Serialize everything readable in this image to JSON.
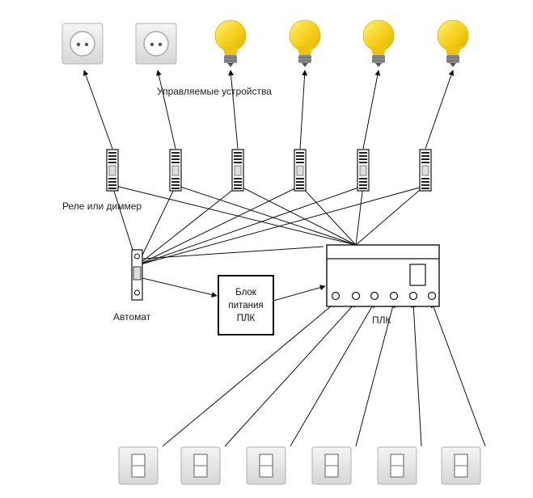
{
  "labels": {
    "devices": "Управляемые устройства",
    "relays": "Реле или диммер",
    "breaker": "Автомат",
    "plc": "ПЛК"
  },
  "power_supply": {
    "line1": "Блок",
    "line2": "питания",
    "line3": "ПЛК"
  },
  "devices": [
    {
      "type": "socket"
    },
    {
      "type": "socket"
    },
    {
      "type": "bulb"
    },
    {
      "type": "bulb"
    },
    {
      "type": "bulb"
    },
    {
      "type": "bulb"
    }
  ],
  "relay_count": 6,
  "switch_count": 6,
  "plc_input_count": 6,
  "colors": {
    "line": "#111111",
    "bulb": "#f7d21e",
    "bulb_base": "#8a8a8a",
    "socket": "#e4e4e4",
    "switch": "#e2e2e2"
  }
}
